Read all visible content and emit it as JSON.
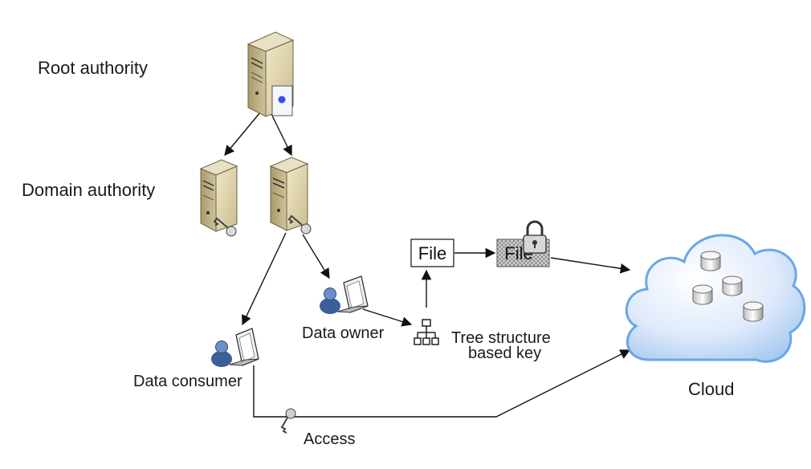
{
  "labels": {
    "root_authority": "Root authority",
    "domain_authority": "Domain authority",
    "data_owner": "Data owner",
    "data_consumer": "Data consumer",
    "tree_key_line1": "Tree structure",
    "tree_key_line2": "based key",
    "file_plain": "File",
    "file_encrypted": "File",
    "cloud": "Cloud",
    "access": "Access"
  },
  "icons": {
    "root_server": "server-certificate-icon",
    "domain_server_1": "server-key-icon",
    "domain_server_2": "server-key-icon",
    "data_owner": "user-laptop-icon",
    "data_consumer": "user-laptop-icon",
    "tree_key": "hierarchy-icon",
    "encrypted_file": "locked-file-icon",
    "cloud": "cloud-database-icon",
    "access_key": "key-icon"
  },
  "colors": {
    "server_body": "#dcd1ab",
    "server_front": "#c7b98a",
    "user_blue": "#3b5f98",
    "cloud_fill": "#dbe9fb",
    "cloud_stroke": "#6aa6e6",
    "cert_dot": "#3a4df0"
  }
}
